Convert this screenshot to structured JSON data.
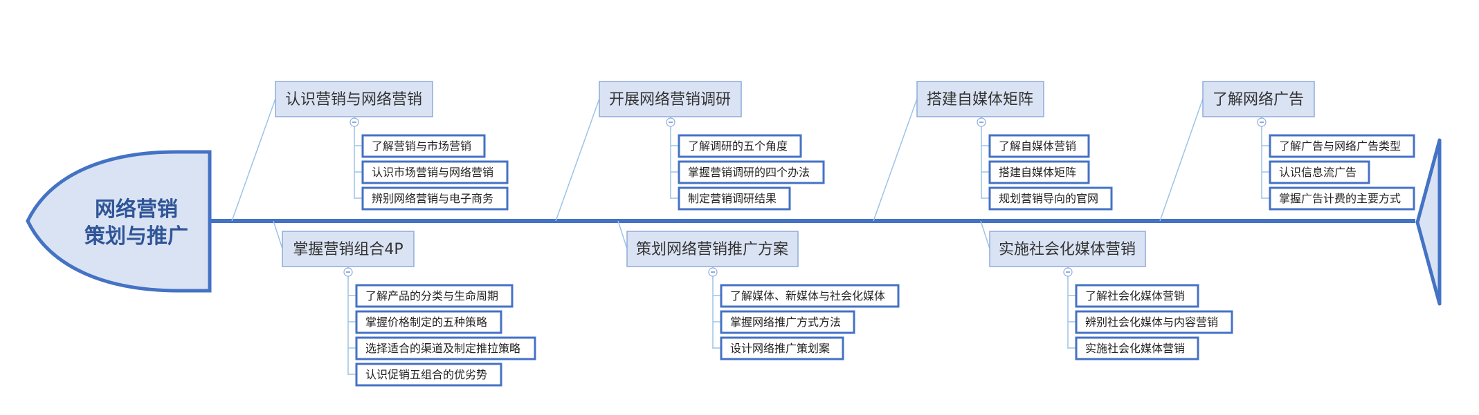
{
  "title": [
    "网络营销",
    "策划与推广"
  ],
  "colors": {
    "spine": "#4472c4",
    "head_fill": "#dae3f3",
    "main_box_fill": "#dae3f3",
    "main_box_border": "#8faadc",
    "sub_box_border": "#4472c4",
    "connector": "#9dc3e6"
  },
  "collapse_icon": "minus-circle-icon",
  "branches": {
    "top": [
      {
        "label": "认识营销与网络营销",
        "items": [
          "了解营销与市场营销",
          "认识市场营销与网络营销",
          "辨别网络营销与电子商务"
        ]
      },
      {
        "label": "开展网络营销调研",
        "items": [
          "了解调研的五个角度",
          "掌握营销调研的四个办法",
          "制定营销调研结果"
        ]
      },
      {
        "label": "搭建自媒体矩阵",
        "items": [
          "了解自媒体营销",
          "搭建自媒体矩阵",
          "规划营销导向的官网"
        ]
      },
      {
        "label": "了解网络广告",
        "items": [
          "了解广告与网络广告类型",
          "认识信息流广告",
          "掌握广告计费的主要方式"
        ]
      }
    ],
    "bottom": [
      {
        "label": "掌握营销组合4P",
        "items": [
          "了解产品的分类与生命周期",
          "掌握价格制定的五种策略",
          "选择适合的渠道及制定推拉策略",
          "认识促销五组合的优劣势"
        ]
      },
      {
        "label": "策划网络营销推广方案",
        "items": [
          "了解媒体、新媒体与社会化媒体",
          "掌握网络推广方式方法",
          "设计网络推广策划案"
        ]
      },
      {
        "label": "实施社会化媒体营销",
        "items": [
          "了解社会化媒体营销",
          "辨别社会化媒体与内容营销",
          "实施社会化媒体营销"
        ]
      }
    ]
  }
}
